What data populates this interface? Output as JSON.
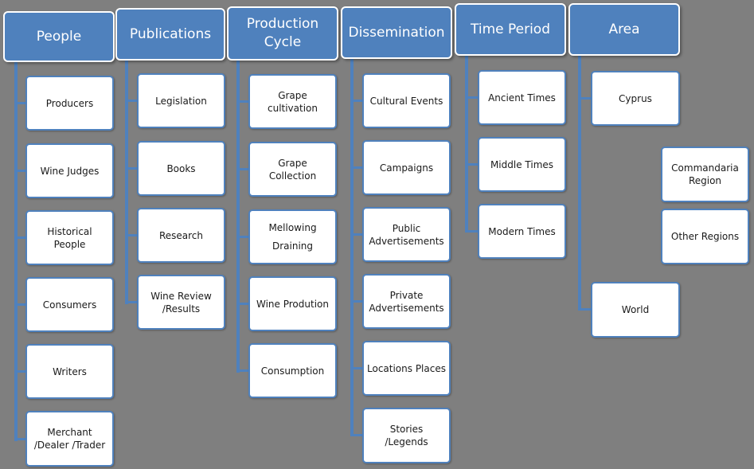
{
  "columns": [
    {
      "key": "people",
      "header": "People",
      "items": [
        "Producers",
        "Wine Judges",
        "Historical\nPeople",
        "Consumers",
        "Writers",
        "Merchant\n/Dealer /Trader"
      ]
    },
    {
      "key": "publications",
      "header": "Publications",
      "items": [
        "Legislation",
        "Books",
        "Research",
        "Wine Review\n/Results"
      ]
    },
    {
      "key": "production",
      "header": "Production\nCycle",
      "items": [
        "Grape\ncultivation",
        "Grape\nCollection",
        "Mellowing\nDraining",
        "Wine Prodution",
        "Consumption"
      ]
    },
    {
      "key": "dissemination",
      "header": "Dissemination",
      "items": [
        "Cultural Events",
        "Campaigns",
        "Public\nAdvertisements",
        "Private\nAdvertisements",
        "Locations Places",
        "Stories\n/Legends"
      ]
    },
    {
      "key": "time",
      "header": "Time Period",
      "items": [
        "Ancient Times",
        "Middle Times",
        "Modern Times"
      ]
    },
    {
      "key": "area",
      "header": "Area",
      "items": [
        "Cyprus",
        "World"
      ],
      "subitems": [
        "Commandaria\nRegion",
        "Other Regions"
      ]
    }
  ],
  "colors": {
    "background": "#7f7f7f",
    "header_fill": "#4f81bd",
    "box_border": "#4f81bd",
    "connector": "#4f81bd"
  }
}
